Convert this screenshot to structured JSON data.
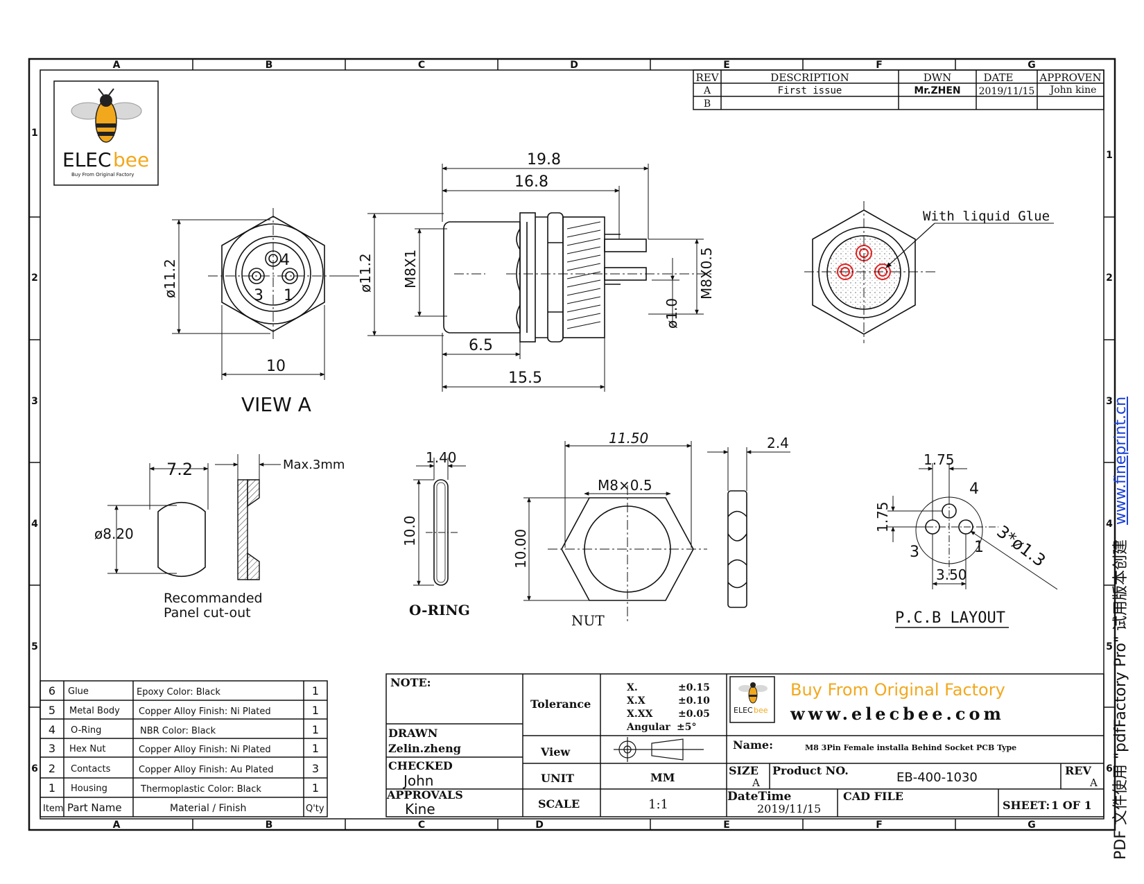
{
  "colors": {
    "line": "#111111",
    "glue_red": "#e02020",
    "brand_orange": "#f2a81d",
    "link_blue": "#1a3fd6",
    "hatch": "#333333"
  },
  "frame": {
    "columns_top": [
      "A",
      "B",
      "C",
      "D",
      "E",
      "F",
      "G"
    ],
    "columns_bottom": [
      "A",
      "B",
      "C",
      "D",
      "E",
      "F",
      "G"
    ],
    "rows": [
      "1",
      "2",
      "3",
      "4",
      "5",
      "6"
    ]
  },
  "logo": {
    "brand_main": "ELEC",
    "brand_accent": "bee",
    "tagline": "Buy From Original Factory",
    "icon": "bee-icon"
  },
  "revision_table": {
    "headers": [
      "REV",
      "DESCRIPTION",
      "DWN",
      "DATE",
      "APPROVEN"
    ],
    "rows": [
      [
        "A",
        "First issue",
        "Mr.ZHEN",
        "2019/11/15",
        "John kine"
      ],
      [
        "B",
        "",
        "",
        "",
        ""
      ]
    ]
  },
  "dimensions": {
    "overall_length": "19.8",
    "body_length": "16.8",
    "nut_offset": "6.5",
    "thread_length": "15.5",
    "hex_across_corners": "ø11.2",
    "housing_dia": "ø11.2",
    "housing_thread": "M8X1",
    "rear_thread": "M8X0.5",
    "pin_dia": "ø1.0",
    "view_a_width": "10",
    "view_a_pin_4": "4",
    "view_a_pin_3": "3",
    "view_a_pin_1": "1",
    "cutout_width": "7.2",
    "cutout_max": "Max.3mm",
    "cutout_dia": "ø8.20",
    "oring_thickness": "1.40",
    "oring_dia": "10.0",
    "nut_width": "11.50",
    "nut_thread": "M8×0.5",
    "nut_height": "10.00",
    "nut_thickness": "2.4",
    "pcb_top": "1.75",
    "pcb_side": "1.75",
    "pcb_bottom": "3.50",
    "pcb_holes": "3*ø1.3",
    "pcb_pin_4": "4",
    "pcb_pin_3": "3",
    "pcb_pin_1": "1"
  },
  "labels": {
    "view_a": "VIEW  A",
    "glue_note": "With liquid Glue",
    "cutout_title_1": "Recommanded",
    "cutout_title_2": "Panel cut-out",
    "oring": "O-RING",
    "nut": "NUT",
    "pcb_layout": "P.C.B  LAYOUT"
  },
  "bom": {
    "headers": [
      "Item",
      "Part Name",
      "Material / Finish",
      "Q'ty"
    ],
    "rows": [
      [
        "6",
        "Glue",
        "Epoxy Color: Black",
        "1"
      ],
      [
        "5",
        "Metal Body",
        "Copper Alloy  Finish: Ni Plated",
        "1"
      ],
      [
        "4",
        "O-Ring",
        "NBR Color: Black",
        "1"
      ],
      [
        "3",
        "Hex Nut",
        "Copper Alloy  Finish: Ni Plated",
        "1"
      ],
      [
        "2",
        "Contacts",
        "Copper Alloy  Finish: Au Plated",
        "3"
      ],
      [
        "1",
        "Housing",
        "Thermoplastic  Color: Black",
        "1"
      ]
    ]
  },
  "title_block": {
    "note_label": "NOTE:",
    "drawn_label": "DRAWN",
    "drawn_value": "Zelin.zheng",
    "checked_label": "CHECKED",
    "checked_value": "John",
    "approvals_label": "APPROVALS",
    "approvals_value": "Kine",
    "tolerance_label": "Tolerance",
    "tolerances": [
      [
        "X.",
        "±0.15"
      ],
      [
        "X.X",
        "±0.10"
      ],
      [
        "X.XX",
        "±0.05"
      ],
      [
        "Angular",
        "±5°"
      ]
    ],
    "view_label": "View",
    "unit_label": "UNIT",
    "unit_value": "MM",
    "scale_label": "SCALE",
    "scale_value": "1:1",
    "slogan": "Buy From Original  Factory",
    "website": "www.elecbee.com",
    "name_label": "Name:",
    "name_value": "M8 3Pin Female installa Behind Socket PCB Type",
    "size_label": "SIZE",
    "size_value": "A",
    "product_label": "Product NO.",
    "product_value": "EB-400-1030",
    "rev_label": "REV",
    "rev_value": "A",
    "datetime_label": "DateTime",
    "datetime_value": "2019/11/15",
    "cad_label": "CAD FILE",
    "sheet_label": "SHEET:",
    "sheet_value": "1 OF 1"
  },
  "side_note": {
    "text": "PDF 文件使用 \"pdfFactory Pro\" 试用版本创建",
    "link": "www.fineprint.cn"
  }
}
